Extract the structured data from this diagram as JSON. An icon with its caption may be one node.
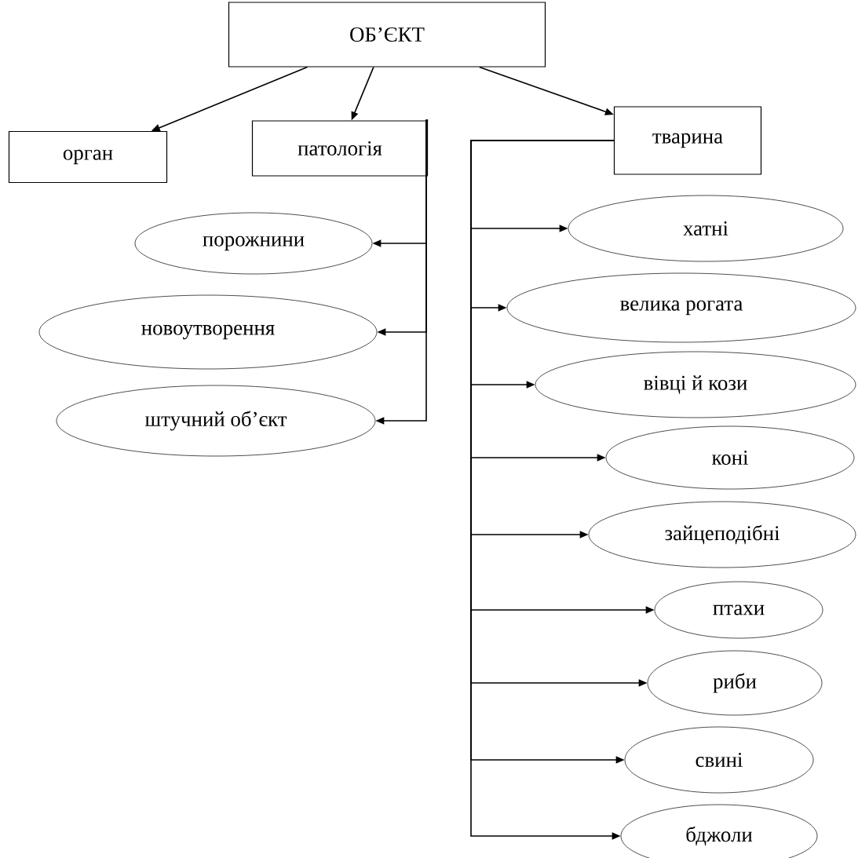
{
  "diagram": {
    "nodes": [
      {
        "text": [
          "ОБ’ЄКТ"
        ]
      },
      {
        "text": [
          "орган"
        ]
      },
      {
        "text": [
          "патологія"
        ]
      },
      {
        "text": [
          "тварина"
        ]
      },
      {
        "text": [
          "порожнини"
        ]
      },
      {
        "text": [
          "новоутворення"
        ]
      },
      {
        "text": [
          "штучний об’єкт"
        ]
      },
      {
        "text": [
          "хатні"
        ]
      },
      {
        "text": [
          "велика рогата"
        ]
      },
      {
        "text": [
          "вівці й кози"
        ]
      },
      {
        "text": [
          "коні"
        ]
      },
      {
        "text": [
          "зайцеподібні"
        ]
      },
      {
        "text": [
          "птахи"
        ]
      },
      {
        "text": [
          "риби"
        ]
      },
      {
        "text": [
          "свині"
        ]
      },
      {
        "text": [
          "бджоли"
        ]
      }
    ],
    "edges": [
      {
        "from": 0,
        "to": 1,
        "arrow": "to"
      },
      {
        "from": 0,
        "to": 2,
        "arrow": "to"
      },
      {
        "from": 0,
        "to": 3,
        "arrow": "to"
      },
      {
        "from": 2,
        "to": 4,
        "arrow": "to"
      },
      {
        "from": 2,
        "to": 5,
        "arrow": "to"
      },
      {
        "from": 2,
        "to": 6,
        "arrow": "to"
      },
      {
        "from": 3,
        "to": 7,
        "arrow": "to"
      },
      {
        "from": 3,
        "to": 8,
        "arrow": "to"
      },
      {
        "from": 3,
        "to": 9,
        "arrow": "to"
      },
      {
        "from": 3,
        "to": 10,
        "arrow": "to"
      },
      {
        "from": 3,
        "to": 11,
        "arrow": "to"
      },
      {
        "from": 3,
        "to": 12,
        "arrow": "to"
      },
      {
        "from": 3,
        "to": 13,
        "arrow": "to"
      },
      {
        "from": 3,
        "to": 14,
        "arrow": "to"
      },
      {
        "from": 3,
        "to": 15,
        "arrow": "to"
      }
    ]
  }
}
